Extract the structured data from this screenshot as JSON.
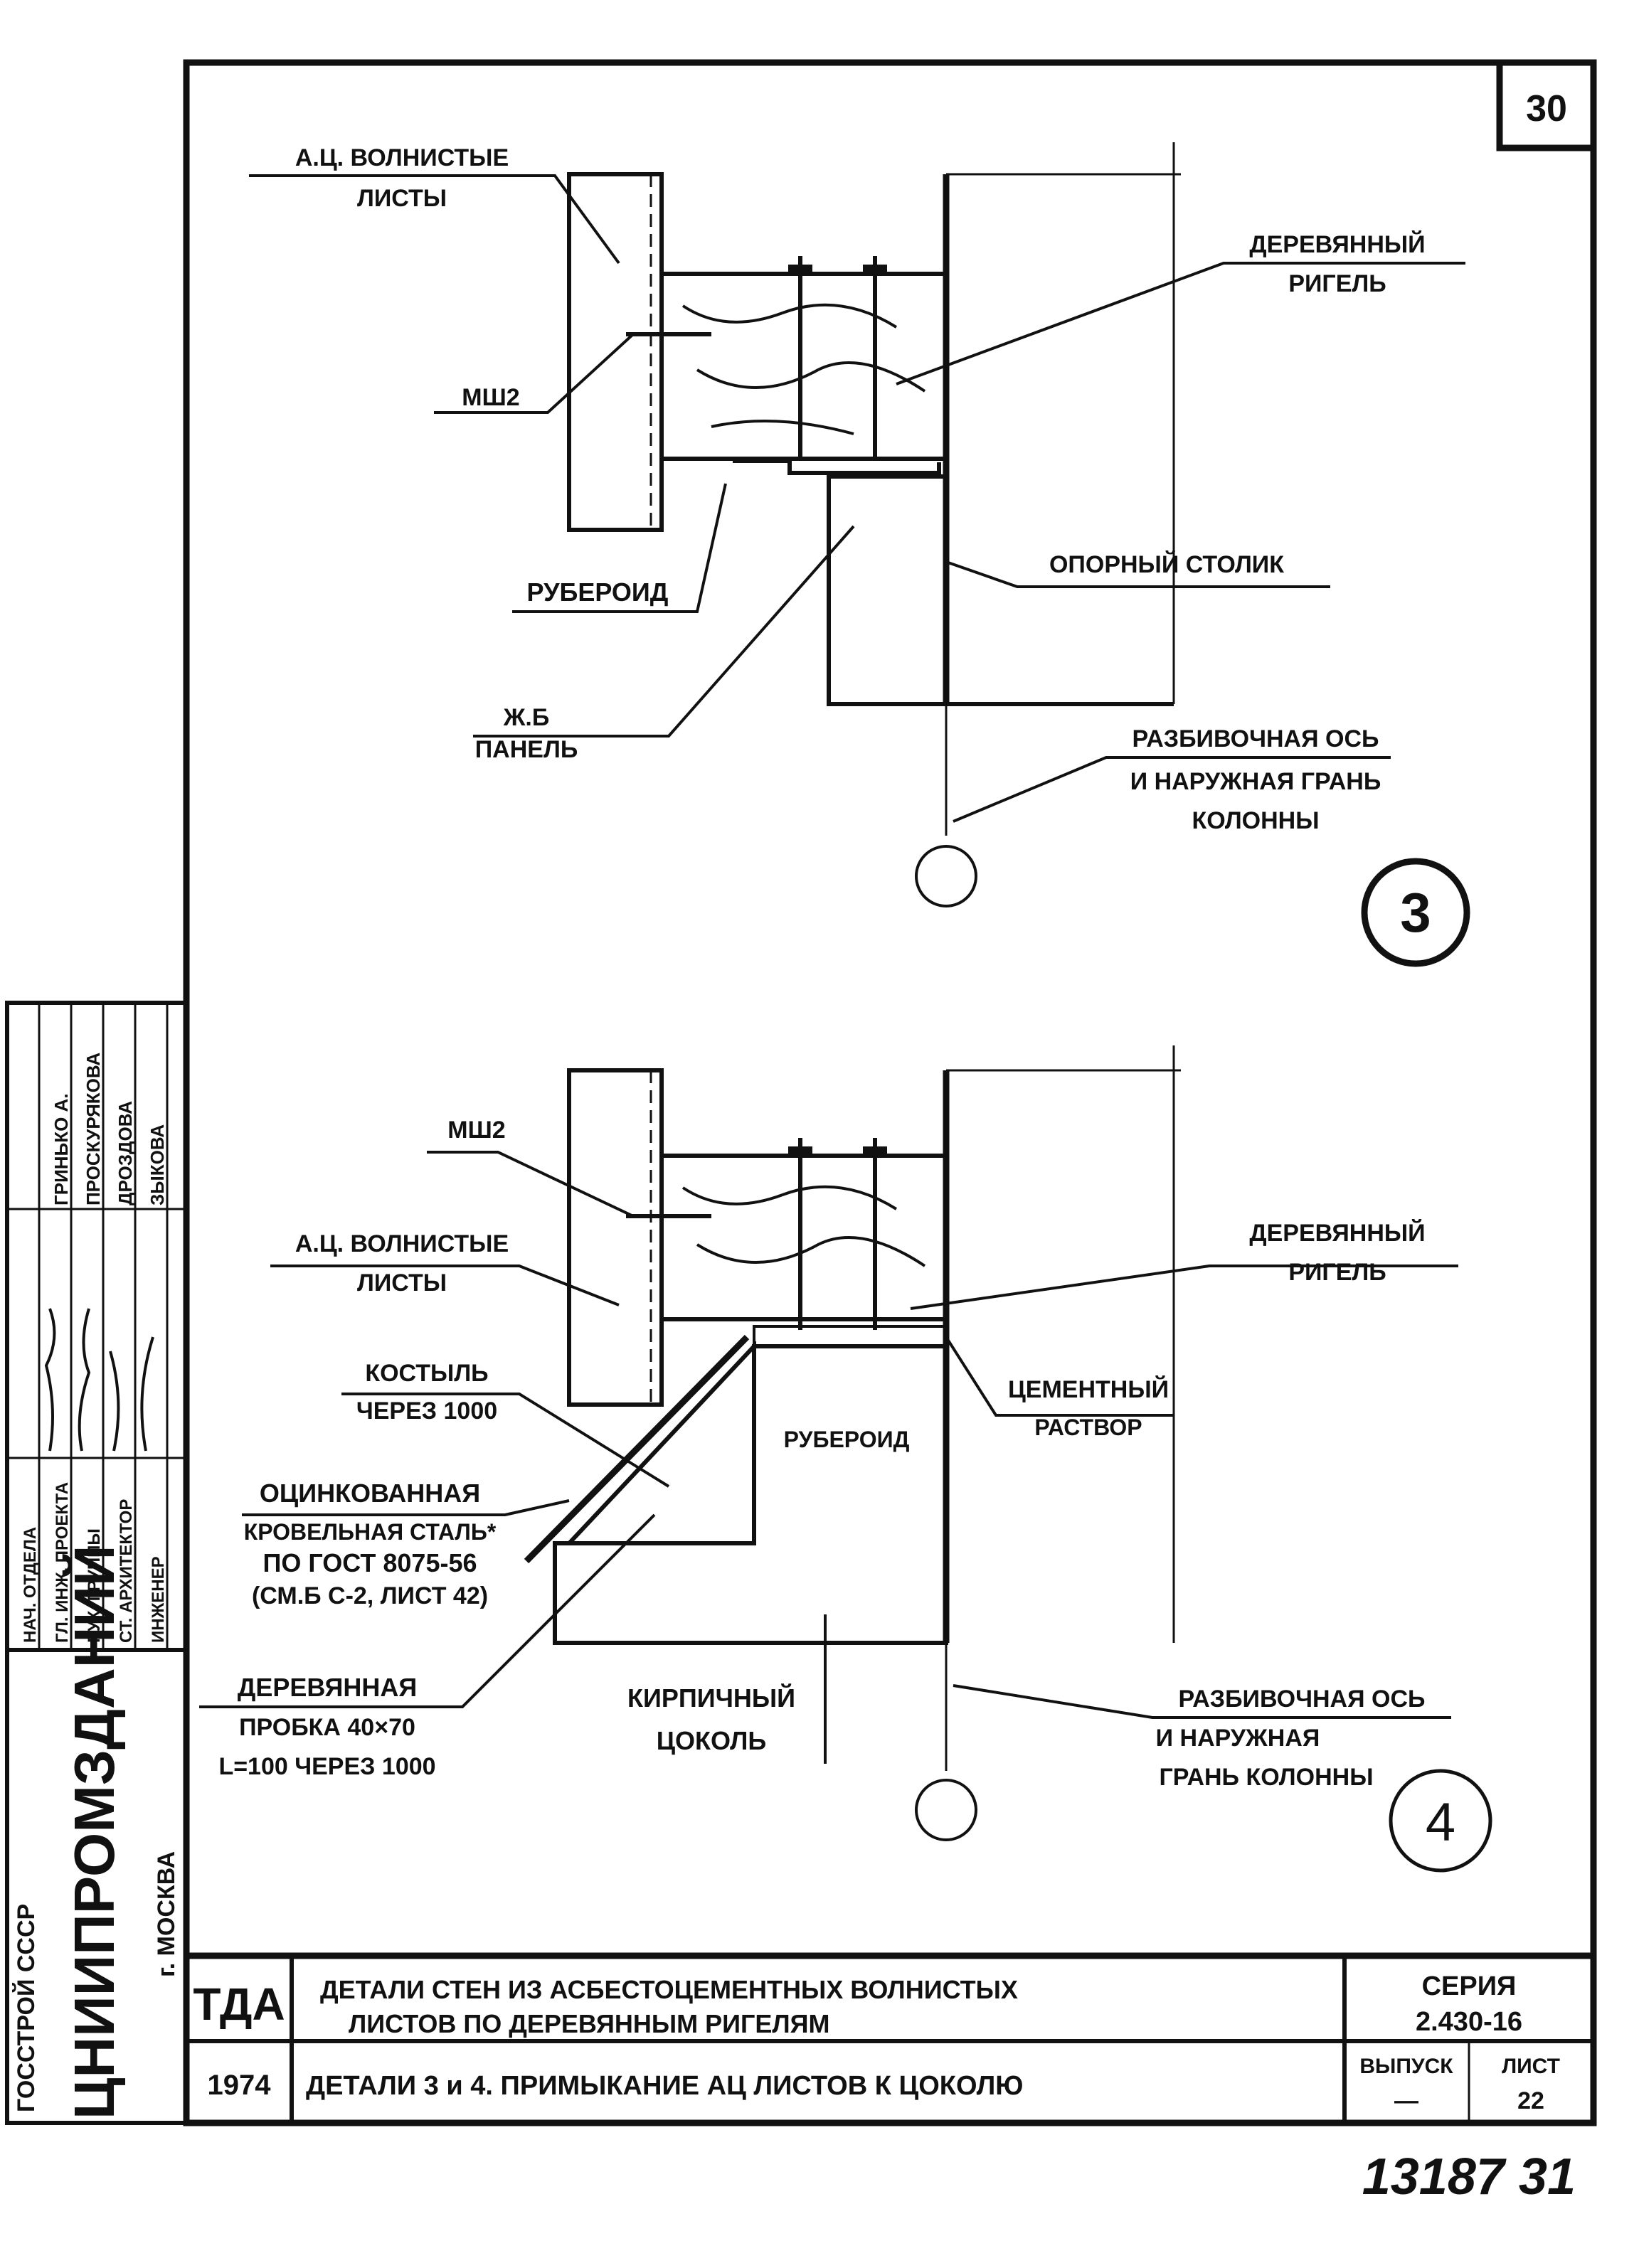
{
  "sheet_number": "30",
  "detail3": {
    "marker": "3",
    "labels": {
      "ac_sheets_1": "А.Ц. ВОЛНИСТЫЕ",
      "ac_sheets_2": "ЛИСТЫ",
      "msh2": "МШ2",
      "ruberoid": "РУБЕРОИД",
      "panel_1": "Ж.Б",
      "panel_2": "ПАНЕЛЬ",
      "beam_1": "ДЕРЕВЯННЫЙ",
      "beam_2": "РИГЕЛЬ",
      "support": "ОПОРНЫЙ СТОЛИК",
      "axis_1": "РАЗБИВОЧНАЯ ОСЬ",
      "axis_2": "И НАРУЖНАЯ ГРАНЬ",
      "axis_3": "КОЛОННЫ"
    }
  },
  "detail4": {
    "marker": "4",
    "labels": {
      "msh2": "МШ2",
      "ac_sheets_1": "А.Ц. ВОЛНИСТЫЕ",
      "ac_sheets_2": "ЛИСТЫ",
      "crutch_1": "КОСТЫЛЬ",
      "crutch_2": "ЧЕРЕЗ 1000",
      "steel_1": "ОЦИНКОВАННАЯ",
      "steel_2": "КРОВЕЛЬНАЯ СТАЛЬ*",
      "steel_3": "ПО ГОСТ 8075-56",
      "steel_4": "(СМ.Б С-2, ЛИСТ 42)",
      "plug_1": "ДЕРЕВЯННАЯ",
      "plug_2": "ПРОБКА 40×70",
      "plug_3": "L=100 ЧЕРЕЗ 1000",
      "plinth_1": "КИРПИЧНЫЙ",
      "plinth_2": "ЦОКОЛЬ",
      "ruberoid": "РУБЕРОИД",
      "cement_1": "ЦЕМЕНТНЫЙ",
      "cement_2": "РАСТВОР",
      "beam_1": "ДЕРЕВЯННЫЙ",
      "beam_2": "РИГЕЛЬ",
      "axis_1": "РАЗБИВОЧНАЯ ОСЬ",
      "axis_2": "И НАРУЖНАЯ",
      "axis_3": "ГРАНЬ КОЛОННЫ"
    }
  },
  "side_stamp": {
    "org_1": "ГОССТРОЙ СССР",
    "org_2": "ЦНИИПРОМЗДАНИЙ",
    "org_3": "г. МОСКВА",
    "roles": [
      "НАЧ. ОТДЕЛА",
      "ГЛ. ИНЖ. ПРОЕКТА",
      "РУК. ГРУППЫ",
      "СТ. АРХИТЕКТОР",
      "ИНЖЕНЕР"
    ],
    "names": [
      "ГРИНЬКО А.",
      "ПРОСКУРЯКОВА",
      "ДРОЗДОВА",
      "ЗЫКОВА"
    ]
  },
  "title_block": {
    "logo": "ТДА",
    "title_1": "ДЕТАЛИ СТЕН ИЗ АСБЕСТОЦЕМЕНТНЫХ ВОЛНИСТЫХ",
    "title_2": "ЛИСТОВ ПО ДЕРЕВЯННЫМ РИГЕЛЯМ",
    "year": "1974",
    "subtitle": "ДЕТАЛИ 3 и 4. ПРИМЫКАНИЕ АЦ ЛИСТОВ К ЦОКОЛЮ",
    "series_label": "СЕРИЯ",
    "series_value": "2.430-16",
    "issue_label": "ВЫПУСК",
    "issue_value": "—",
    "sheet_label": "ЛИСТ",
    "sheet_value": "22"
  },
  "inventory_number": "13187 31"
}
